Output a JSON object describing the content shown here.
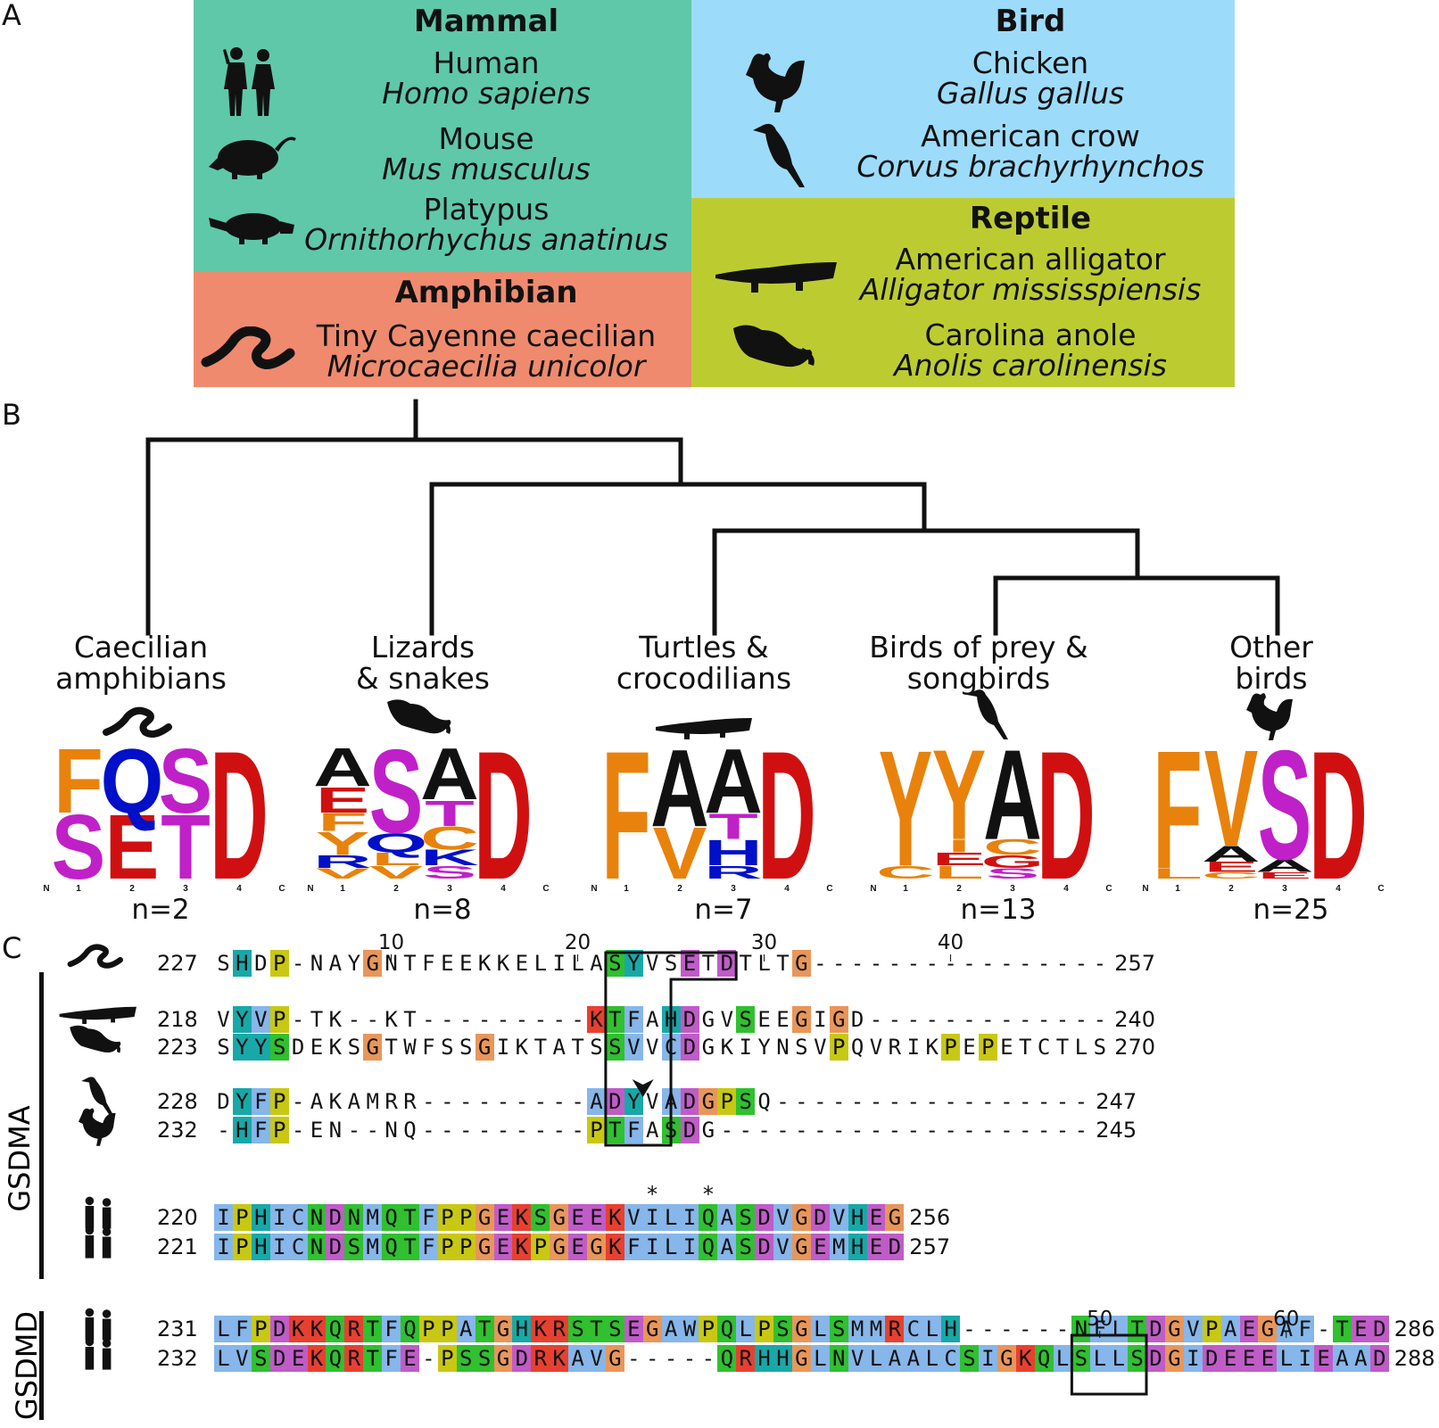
{
  "panels": {
    "a": "A",
    "b": "B",
    "c": "C"
  },
  "colors": {
    "mammal": "#5FC8A8",
    "bird": "#9CDCFA",
    "amphibian": "#EF8A6E",
    "reptile": "#BCCC30",
    "F": "#E8820C",
    "Q": "#0010C8",
    "S": "#C020C8",
    "E": "#D01010",
    "T": "#C020C8",
    "D": "#D01010",
    "A": "#111111",
    "V": "#E8820C",
    "Y": "#E8820C",
    "aln_hydrophobic": "#86B6EA",
    "aln_polar": "#30C030",
    "aln_acid": "#C05CC8",
    "aln_basic": "#E84030",
    "aln_gly": "#E8965A",
    "aln_pro": "#C8C814",
    "aln_arom": "#18A8A8",
    "highlight": "#F4A0BC"
  },
  "panelA": {
    "mammal": {
      "header": "Mammal",
      "species": [
        {
          "common": "Human",
          "sci": "Homo sapiens",
          "icon": "human-pair-icon"
        },
        {
          "common": "Mouse",
          "sci": "Mus musculus",
          "icon": "mouse-icon"
        },
        {
          "common": "Platypus",
          "sci": "Ornithorhychus anatinus",
          "icon": "platypus-icon"
        }
      ]
    },
    "amphibian": {
      "header": "Amphibian",
      "species": [
        {
          "common": "Tiny Cayenne caecilian",
          "sci": "Microcaecilia unicolor",
          "icon": "caecilian-icon"
        }
      ]
    },
    "bird": {
      "header": "Bird",
      "species": [
        {
          "common": "Chicken",
          "sci": "Gallus gallus",
          "icon": "rooster-icon"
        },
        {
          "common": "American crow",
          "sci": "Corvus brachyrhynchos",
          "icon": "crow-icon"
        }
      ]
    },
    "reptile": {
      "header": "Reptile",
      "species": [
        {
          "common": "American alligator",
          "sci": "Alligator mississpiensis",
          "icon": "alligator-icon"
        },
        {
          "common": "Carolina anole",
          "sci": "Anolis carolinensis",
          "icon": "anole-icon"
        }
      ]
    }
  },
  "panelB": {
    "clades": [
      {
        "label1": "Caecilian",
        "label2": "amphibians",
        "n": "n=2",
        "icon": "caecilian-icon"
      },
      {
        "label1": "Lizards",
        "label2": "& snakes",
        "n": "n=8",
        "icon": "anole-icon"
      },
      {
        "label1": "Turtles &",
        "label2": "crocodilians",
        "n": "n=7",
        "icon": "alligator-icon"
      },
      {
        "label1": "Birds of prey &",
        "label2": "songbirds",
        "n": "n=13",
        "icon": "crow-icon"
      },
      {
        "label1": "Other",
        "label2": "birds",
        "n": "n=25",
        "icon": "rooster-icon"
      }
    ],
    "axis": {
      "n": "N",
      "c": "C",
      "pos": [
        "1",
        "2",
        "3",
        "4"
      ]
    },
    "logos": [
      [
        [
          [
            "S",
            0.5
          ],
          [
            "F",
            0.5
          ]
        ],
        [
          [
            "E",
            0.5
          ],
          [
            "Q",
            0.5
          ]
        ],
        [
          [
            "T",
            0.5
          ],
          [
            "S",
            0.5
          ]
        ],
        [
          [
            "D",
            1
          ]
        ]
      ],
      [
        [
          [
            "V",
            0.08
          ],
          [
            "R",
            0.1
          ],
          [
            "Y",
            0.18
          ],
          [
            "F",
            0.14
          ],
          [
            "E",
            0.2
          ],
          [
            "A",
            0.3
          ]
        ],
        [
          [
            "V",
            0.1
          ],
          [
            "L",
            0.1
          ],
          [
            "Q",
            0.15
          ],
          [
            "S",
            0.65
          ]
        ],
        [
          [
            "S",
            0.1
          ],
          [
            "K",
            0.12
          ],
          [
            "C",
            0.18
          ],
          [
            "T",
            0.2
          ],
          [
            "A",
            0.4
          ]
        ],
        [
          [
            "D",
            1
          ]
        ]
      ],
      [
        [
          [
            "F",
            1
          ]
        ],
        [
          [
            "V",
            0.4
          ],
          [
            "A",
            0.6
          ]
        ],
        [
          [
            "R",
            0.1
          ],
          [
            "H",
            0.2
          ],
          [
            "T",
            0.2
          ],
          [
            "A",
            0.5
          ]
        ],
        [
          [
            "D",
            1
          ]
        ]
      ],
      [
        [
          [
            "C",
            0.1
          ],
          [
            "Y",
            0.9
          ]
        ],
        [
          [
            "L",
            0.1
          ],
          [
            "E",
            0.1
          ],
          [
            "I",
            0.1
          ],
          [
            "Y",
            0.7
          ]
        ],
        [
          [
            "S",
            0.08
          ],
          [
            "G",
            0.1
          ],
          [
            "C",
            0.12
          ],
          [
            "A",
            0.7
          ]
        ],
        [
          [
            "D",
            1
          ]
        ]
      ],
      [
        [
          [
            "L",
            0.08
          ],
          [
            "F",
            0.92
          ]
        ],
        [
          [
            "C",
            0.05
          ],
          [
            "E",
            0.08
          ],
          [
            "A",
            0.12
          ],
          [
            "V",
            0.75
          ]
        ],
        [
          [
            "E",
            0.05
          ],
          [
            "A",
            0.1
          ],
          [
            "S",
            0.85
          ]
        ],
        [
          [
            "D",
            1
          ]
        ]
      ]
    ]
  },
  "panelC": {
    "ruler": [
      {
        "pos": 10,
        "label": "10"
      },
      {
        "pos": 20,
        "label": "20"
      },
      {
        "pos": 30,
        "label": "30"
      },
      {
        "pos": 40,
        "label": "40"
      }
    ],
    "ruler2": [
      {
        "pos": 50,
        "label": "50"
      },
      {
        "pos": 60,
        "label": "60"
      }
    ],
    "labels": {
      "gsdma": "GSDMA",
      "gsdmd": "GSDMD",
      "star": "*"
    },
    "rows": [
      {
        "start": "227",
        "seq": "SHDP-NAYGNTFEEKKELILASYVSETDTLTG----------------",
        "end": "257",
        "icon": "caecilian-icon"
      },
      {
        "start": "218",
        "seq": "VYVP-TK--KT---------KTFAHDGVSEEGIGD-------------",
        "end": "240",
        "icon": "alligator-icon"
      },
      {
        "start": "223",
        "seq": "SYYSDEKSGTWFSSGIKTATSSVVCDGKIYNSVPQVRIKPEPETCTLS",
        "end": "270",
        "icon": "anole-icon"
      },
      {
        "start": "228",
        "seq": "DYFP-AKAMRR---------ADYVADGPSQ-----------------",
        "end": "247",
        "icon": "crow-icon"
      },
      {
        "start": "232",
        "seq": "-HFP-EN--NQ---------PTFASDG--------------------",
        "end": "245",
        "icon": "rooster-icon"
      },
      {
        "start": "220",
        "seq": "IPHICNDNMQTFPPGEKSGEEKVILIQASDVGDVHEG",
        "end": "256",
        "icon": "human-pair-icon"
      },
      {
        "start": "221",
        "seq": "IPHICNDSMQTFPPGEKPGEGKFILIQASDVGEMHED",
        "end": "257",
        "icon": "mouse-icon"
      },
      {
        "start": "231",
        "seq": "LFPDKKQRTFQPPATGHKRSTSEGAWPQLPSGLSMMRCLH------NFLTDGVPAEGAF-TED",
        "end": "286",
        "icon": "human-pair-icon"
      },
      {
        "start": "232",
        "seq": "LVSDEKQRTFE-PSSGDRKAVG-----QRHHGLNVLAALCSIGKQLSLLSDGIDEEELIEAAD",
        "end": "288",
        "icon": "mouse-icon"
      }
    ]
  }
}
